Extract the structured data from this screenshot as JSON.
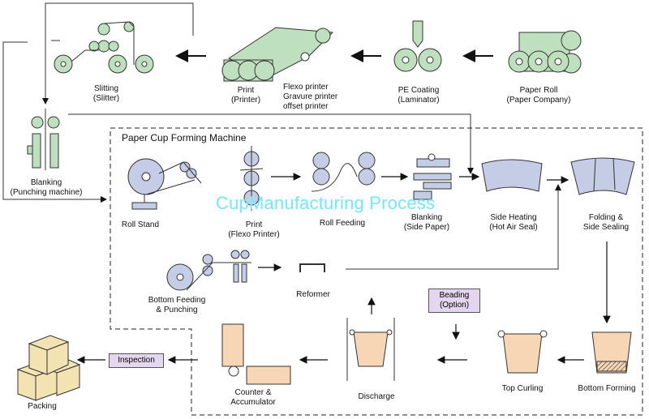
{
  "machine_title": "Paper Cup Forming Machine",
  "watermark": "CupManufacturing Process",
  "steps": {
    "paper_roll": "Paper Roll\n(Paper Company)",
    "pe_coating": "PE Coating\n(Laminator)",
    "print": "Print\n(Printer)",
    "printer_types": "Flexo printer\nGravure printer\noffset printer",
    "slitting": "Slitting\n(Slitter)",
    "blanking": "Blanking\n(Punching machine)",
    "roll_stand": "Roll Stand",
    "print_flexo": "Print\n(Flexo Printer)",
    "roll_feeding": "Roll Feeding",
    "blanking_side": "Blanking\n(Side Paper)",
    "side_heating": "Side Heating\n(Hot Air Seal)",
    "folding": "Folding &\nSide Sealing",
    "bottom_feeding": "Bottom Feeding\n& Punching",
    "reformer": "Reformer",
    "beading": "Beading\n(Option)",
    "bottom_forming": "Bottom Forming",
    "top_curling": "Top Curling",
    "discharge": "Discharge",
    "counter": "Counter &\nAccumulator",
    "inspection": "Inspection",
    "packing": "Packing"
  },
  "colors": {
    "green": "#bfe0bf",
    "blue": "#c4cce6",
    "peach": "#f7d6b5",
    "box": "#f4e3b2",
    "tag": "#e4d6ee"
  }
}
